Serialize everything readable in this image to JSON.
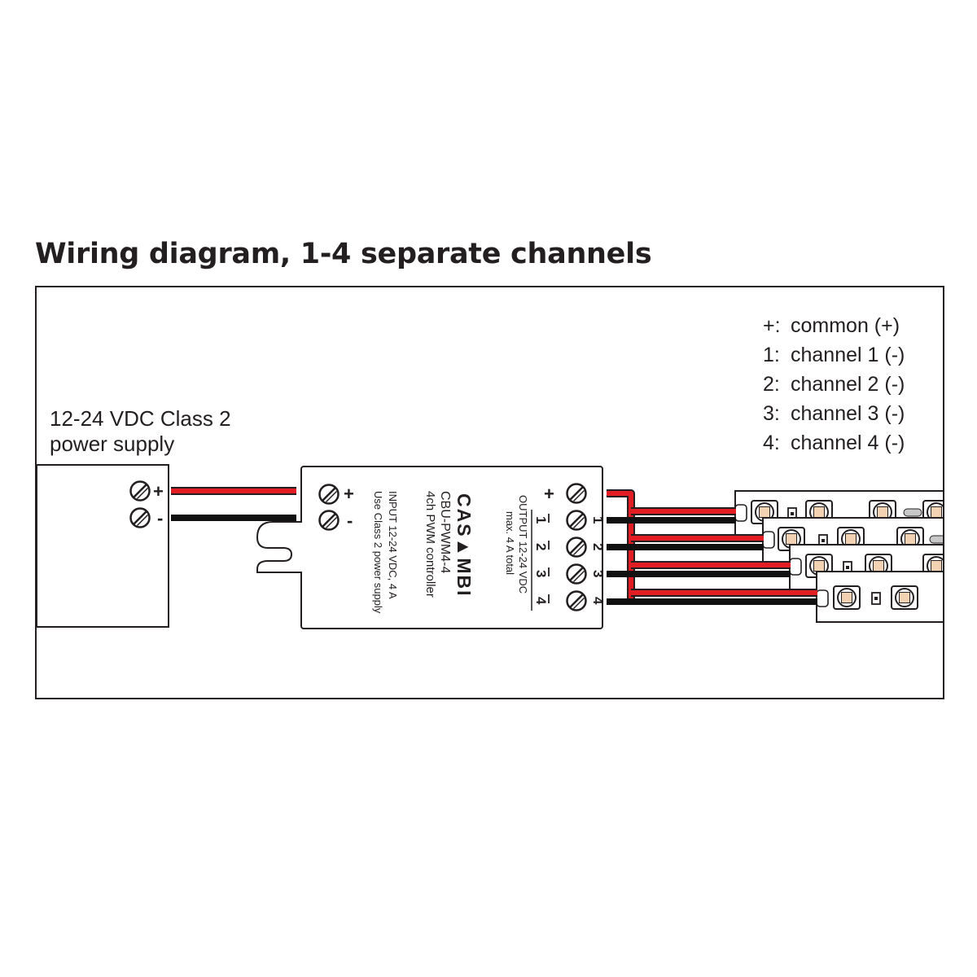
{
  "title": "Wiring diagram, 1-4 separate channels",
  "legend": [
    {
      "key": "+:",
      "text": "common (+)"
    },
    {
      "key": "1:",
      "text": "channel 1 (-)"
    },
    {
      "key": "2:",
      "text": "channel 2 (-)"
    },
    {
      "key": "3:",
      "text": "channel 3 (-)"
    },
    {
      "key": "4:",
      "text": "channel 4 (-)"
    }
  ],
  "power_supply": {
    "label_line1": "12-24 VDC Class 2",
    "label_line2": "power supply",
    "plus": "+",
    "minus": "-"
  },
  "controller": {
    "brand": "CAS▲MBI",
    "model": "CBU-PWM4-4",
    "description": "4ch PWM controller",
    "input_line1": "INPUT 12-24 VDC, 4 A",
    "input_line2": "Use Class 2 power supply",
    "output_line1": "OUTPUT 12-24 VDC",
    "output_line2": "max. 4 A total",
    "input_terminals": [
      "+",
      "-"
    ],
    "output_terminals": [
      "+",
      "1",
      "2",
      "3",
      "4"
    ]
  },
  "colors": {
    "wire_positive": "#e21d24",
    "wire_negative": "#111111",
    "outline": "#231f20",
    "led": "#f3d2b3"
  }
}
